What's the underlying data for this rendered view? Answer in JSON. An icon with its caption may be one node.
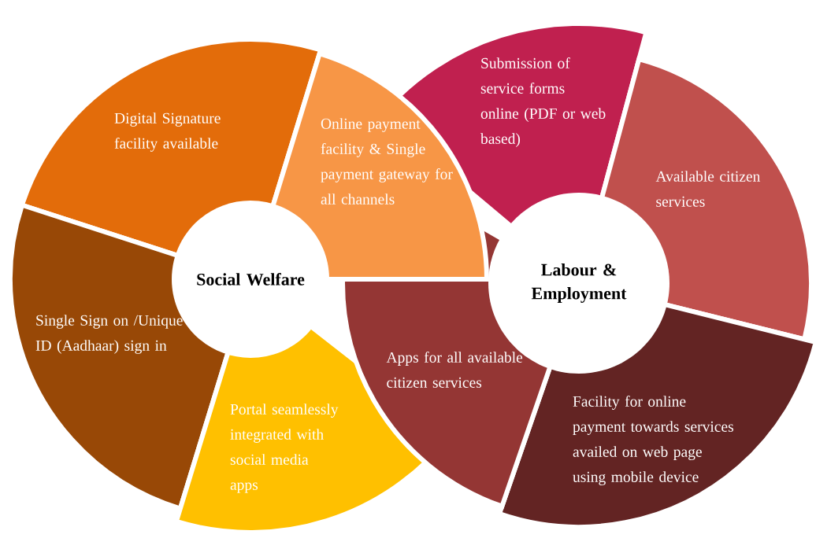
{
  "diagram": {
    "nodes": [
      {
        "text": [
          "Social Welfare"
        ]
      },
      {
        "text": [
          "Digital Signature facility available"
        ]
      },
      {
        "text": [
          "Online payment facility & Single payment gateway for all channels"
        ]
      },
      {
        "text": [
          "Single Sign on /Unique ID (Aadhaar) sign in"
        ]
      },
      {
        "text": [
          "Portal seamlessly integrated with social media apps"
        ]
      },
      {
        "text": [
          "Labour & Employment"
        ]
      },
      {
        "text": [
          "Submission of service forms online (PDF or web based)"
        ]
      },
      {
        "text": [
          "Available citizen services"
        ]
      },
      {
        "text": [
          "Apps for all available citizen services"
        ]
      },
      {
        "text": [
          "Facility for online payment towards services availed on web page using mobile device"
        ]
      }
    ]
  }
}
